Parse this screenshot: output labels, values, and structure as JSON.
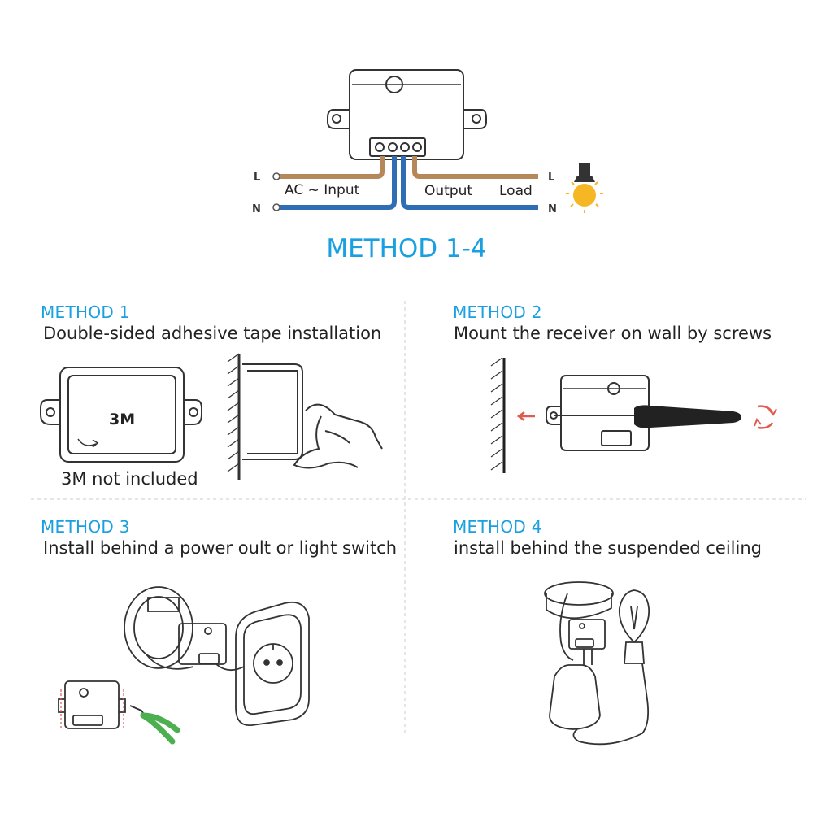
{
  "wiring": {
    "left_L": "L",
    "left_N": "N",
    "right_L": "L",
    "right_N": "N",
    "input_label": "AC ~ Input",
    "output_label": "Output",
    "load_label": "Load"
  },
  "title": "METHOD 1-4",
  "colors": {
    "accent": "#1aa0e0",
    "live_wire": "#b5885a",
    "neutral_wire": "#2f6db5",
    "bulb": "#f5b724",
    "plier_handle": "#4caf50",
    "arrow_red": "#e05a4f"
  },
  "methods": [
    {
      "label": "METHOD 1",
      "description": "Double-sided adhesive tape installation",
      "note": "3M not included",
      "badge": "3M"
    },
    {
      "label": "METHOD 2",
      "description": "Mount the receiver on wall by screws"
    },
    {
      "label": "METHOD 3",
      "description": "Install behind a power oult or light switch"
    },
    {
      "label": "METHOD 4",
      "description": "install behind the suspended ceiling"
    }
  ]
}
